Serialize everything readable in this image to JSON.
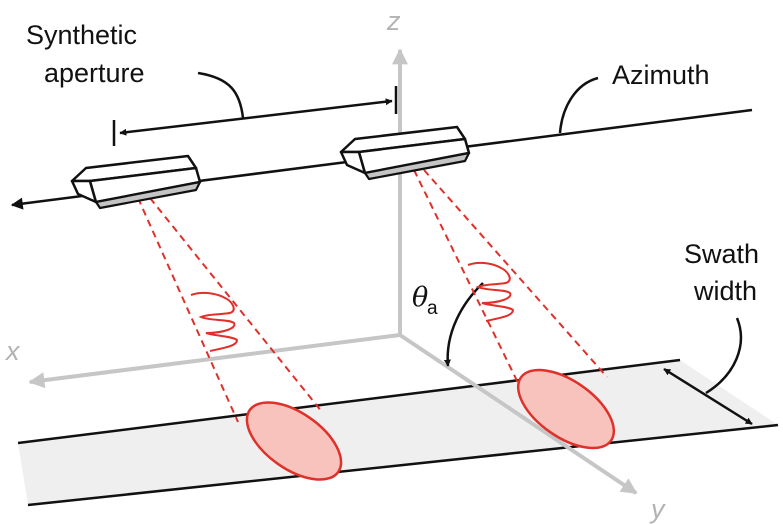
{
  "labels": {
    "synthetic_line1": "Synthetic",
    "synthetic_line2": "aperture",
    "azimuth": "Azimuth",
    "swath_line1": "Swath",
    "swath_line2": "width",
    "theta_symbol": "θ",
    "theta_subscript": "a",
    "axis_x": "x",
    "axis_y": "y",
    "axis_z": "z"
  },
  "colors": {
    "beam": "#e0302a",
    "footprint_fill": "#f9c3bd",
    "swath_fill": "#eeeeee",
    "axis": "#c6c6c6",
    "ink": "#111111"
  }
}
